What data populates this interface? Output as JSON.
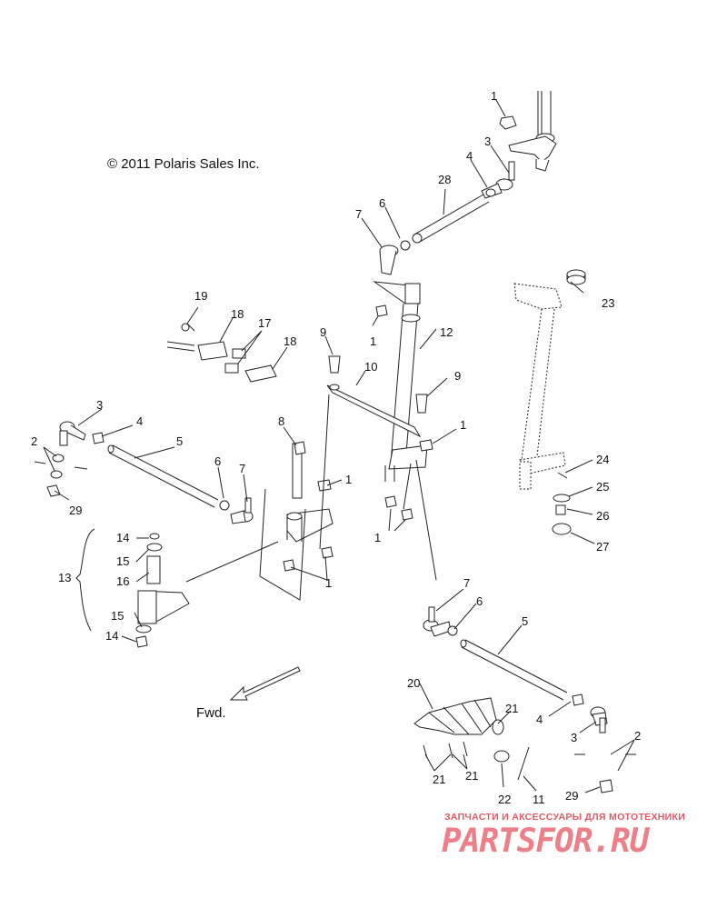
{
  "copyright": "© 2011 Polaris Sales Inc.",
  "fwd_label": "Fwd.",
  "watermark": {
    "tagline": "ЗАПЧАСТИ И АКСЕССУАРЫ ДЛЯ МОТОТЕХНИКИ",
    "logo": "PARTSFOR.RU"
  },
  "callouts": {
    "c1a": "1",
    "c1b": "1",
    "c1c": "1",
    "c1d": "1",
    "c1e": "1",
    "c2a": "2",
    "c2b": "2",
    "c3a": "3",
    "c3b": "3",
    "c3c": "3",
    "c4a": "4",
    "c4b": "4",
    "c4c": "4",
    "c5a": "5",
    "c5b": "5",
    "c6a": "6",
    "c6b": "6",
    "c6c": "6",
    "c7a": "7",
    "c7b": "7",
    "c7c": "7",
    "c8": "8",
    "c9a": "9",
    "c9b": "9",
    "c10": "10",
    "c11": "11",
    "c12": "12",
    "c13": "13",
    "c14a": "14",
    "c14b": "14",
    "c15a": "15",
    "c15b": "15",
    "c16": "16",
    "c17": "17",
    "c18a": "18",
    "c18b": "18",
    "c19": "19",
    "c20": "20",
    "c21a": "21",
    "c21b": "21",
    "c21c": "21",
    "c22": "22",
    "c23": "23",
    "c24": "24",
    "c25": "25",
    "c26": "26",
    "c27": "27",
    "c28": "28",
    "c29a": "29",
    "c29b": "29"
  }
}
